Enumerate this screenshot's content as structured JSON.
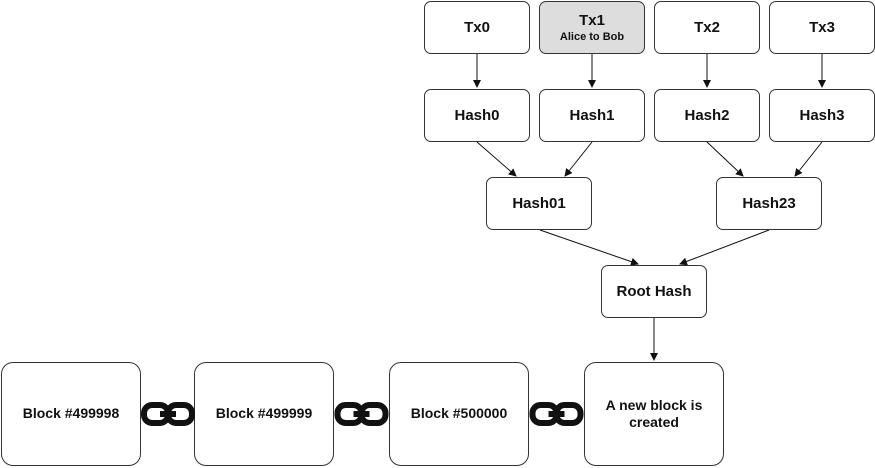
{
  "transactions": [
    {
      "label": "Tx0",
      "sub": ""
    },
    {
      "label": "Tx1",
      "sub": "Alice to Bob"
    },
    {
      "label": "Tx2",
      "sub": ""
    },
    {
      "label": "Tx3",
      "sub": ""
    }
  ],
  "leaf_hashes": [
    "Hash0",
    "Hash1",
    "Hash2",
    "Hash3"
  ],
  "pair_hashes": [
    "Hash01",
    "Hash23"
  ],
  "root": "Root Hash",
  "blocks": [
    "Block #499998",
    "Block #499999",
    "Block #500000",
    "A new block is created"
  ],
  "colors": {
    "highlight_fill": "#dddddd",
    "border": "#333333",
    "text": "#111111",
    "chain_link": "#111111"
  },
  "icons": [
    "chain-link-icon"
  ]
}
